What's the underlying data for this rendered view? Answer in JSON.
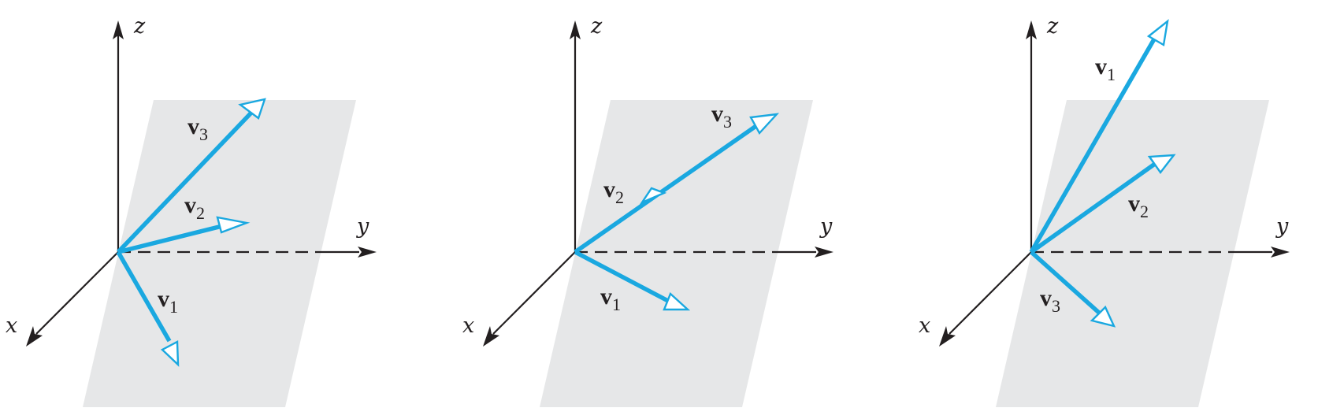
{
  "colors": {
    "vector": "#1aa8e0",
    "plane": "#e6e7e8",
    "axis": "#231f20"
  },
  "icons": {
    "axis_arrow": "filled-arrowhead",
    "vector_arrow": "open-triangle-arrowhead"
  },
  "panels": [
    {
      "axes": {
        "x": "x",
        "y": "y",
        "z": "z"
      },
      "vectors": [
        {
          "symbol": "v",
          "subscript": "1"
        },
        {
          "symbol": "v",
          "subscript": "2"
        },
        {
          "symbol": "v",
          "subscript": "3"
        }
      ]
    },
    {
      "axes": {
        "x": "x",
        "y": "y",
        "z": "z"
      },
      "vectors": [
        {
          "symbol": "v",
          "subscript": "1"
        },
        {
          "symbol": "v",
          "subscript": "2"
        },
        {
          "symbol": "v",
          "subscript": "3"
        }
      ]
    },
    {
      "axes": {
        "x": "x",
        "y": "y",
        "z": "z"
      },
      "vectors": [
        {
          "symbol": "v",
          "subscript": "1"
        },
        {
          "symbol": "v",
          "subscript": "2"
        },
        {
          "symbol": "v",
          "subscript": "3"
        }
      ]
    }
  ]
}
